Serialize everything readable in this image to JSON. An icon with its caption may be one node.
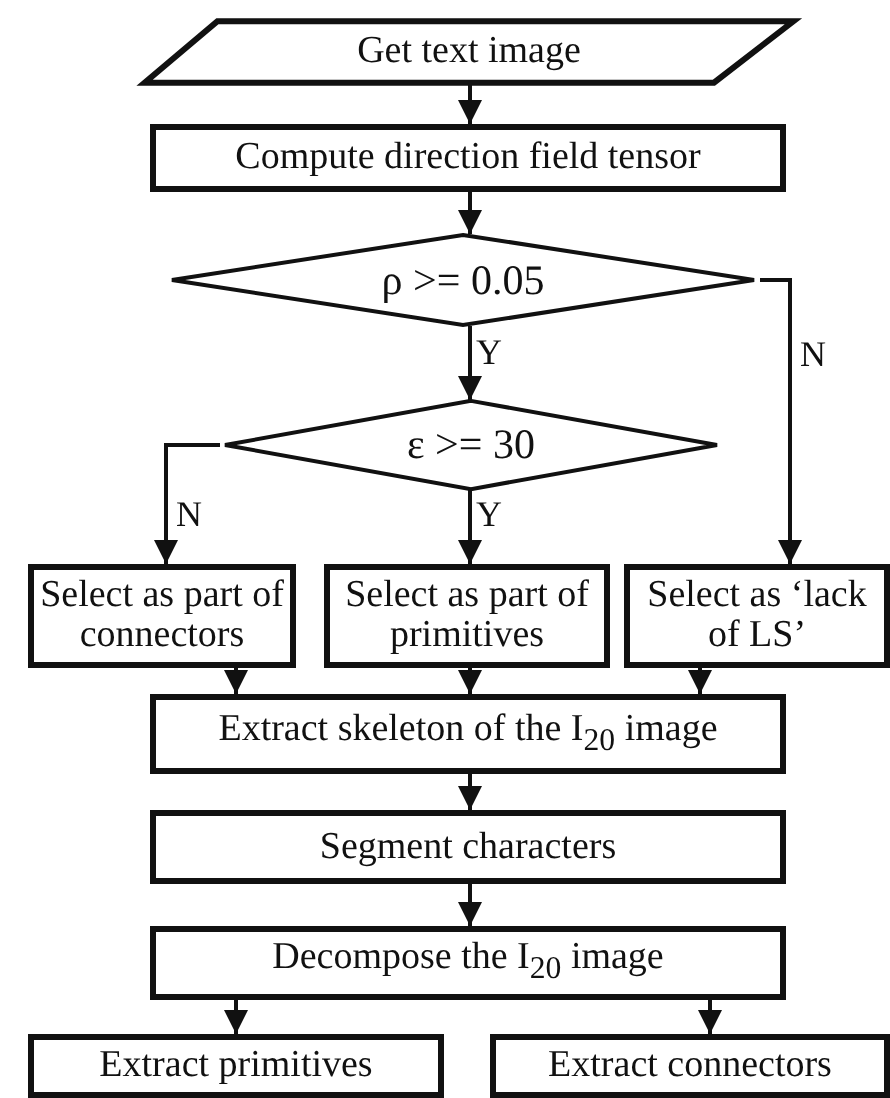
{
  "diagram": {
    "nodes": [
      {
        "text": [
          "Get text image"
        ]
      },
      {
        "text": [
          "Compute direction field tensor"
        ]
      },
      {
        "text": [
          "ρ >= 0.05"
        ]
      },
      {
        "text": [
          "ε >= 30"
        ]
      },
      {
        "text": [
          "Select as part of connectors"
        ]
      },
      {
        "text": [
          "Select as part of primitives"
        ]
      },
      {
        "text": [
          "Select as ‘lack of LS’"
        ]
      },
      {
        "text": [
          "Extract skeleton of the I$_{20}$ image"
        ]
      },
      {
        "text": [
          "Segment characters"
        ]
      },
      {
        "text": [
          "Decompose the I$_{20}$ image"
        ]
      },
      {
        "text": [
          "Extract primitives"
        ]
      },
      {
        "text": [
          "Extract connectors"
        ]
      }
    ],
    "edges": [
      {
        "from": 0,
        "to": 1,
        "arrow": "to"
      },
      {
        "from": 1,
        "to": 2,
        "arrow": "to"
      },
      {
        "from": 2,
        "to": 3,
        "arrow": "to",
        "label": "Y"
      },
      {
        "from": 2,
        "to": 6,
        "arrow": "to",
        "label": "N"
      },
      {
        "from": 3,
        "to": 4,
        "arrow": "to",
        "label": "N"
      },
      {
        "from": 3,
        "to": 5,
        "arrow": "to",
        "label": "Y"
      },
      {
        "from": 4,
        "to": 7,
        "arrow": "to"
      },
      {
        "from": 5,
        "to": 7,
        "arrow": "to"
      },
      {
        "from": 6,
        "to": 7,
        "arrow": "to"
      },
      {
        "from": 7,
        "to": 8,
        "arrow": "to"
      },
      {
        "from": 8,
        "to": 9,
        "arrow": "to"
      },
      {
        "from": 9,
        "to": 10,
        "arrow": "to"
      },
      {
        "from": 9,
        "to": 11,
        "arrow": "to"
      }
    ]
  }
}
